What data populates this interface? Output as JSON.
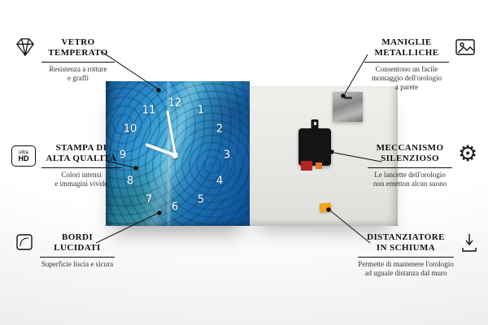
{
  "product": {
    "clock_numbers": [
      "12",
      "1",
      "2",
      "3",
      "4",
      "5",
      "6",
      "7",
      "8",
      "9",
      "10",
      "11"
    ]
  },
  "colors": {
    "clock_blue": "#1f7ac0",
    "back_panel": "#e9e9e5",
    "foam_orange": "#f6a21c",
    "line_black": "#111111"
  },
  "icons": {
    "gear_glyph": "⚙",
    "hd_top": "ultra",
    "hd_bottom": "HD"
  },
  "callouts": {
    "tempered_glass": {
      "title": [
        "VETRO",
        "TEMPERATO"
      ],
      "subtitle": [
        "Resistenza a rotture",
        "e graffi"
      ]
    },
    "print_quality": {
      "title": [
        "STAMPA DI",
        "ALTA QUALITÀ"
      ],
      "subtitle": [
        "Colori intensi",
        "e immagini vivide"
      ]
    },
    "polished_edges": {
      "title": [
        "BORDI",
        "LUCIDATI"
      ],
      "subtitle": [
        "Superficie liscia e sicura"
      ]
    },
    "metal_handles": {
      "title": [
        "MANIGLIE",
        "METALLICHE"
      ],
      "subtitle": [
        "Consentono un facile",
        "montaggio dell'orologio",
        "a parete"
      ]
    },
    "silent_mechanism": {
      "title": [
        "MECCANISMO",
        "SILENZIOSO"
      ],
      "subtitle": [
        "Le lancette dell'orologio",
        "non emetton alcun suono"
      ]
    },
    "foam_spacer": {
      "title": [
        "DISTANZIATORE",
        "IN SCHIUMA"
      ],
      "subtitle": [
        "Permette di mantenere l'orologio",
        "ad uguale distanza dal muro"
      ]
    }
  }
}
